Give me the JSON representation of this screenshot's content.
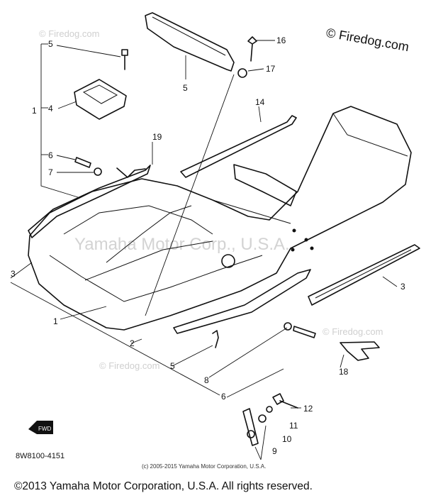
{
  "brand_watermark": "© Firedog.com",
  "faint_watermark": "© Firedog.com",
  "center_watermark": "Yamaha Motor Corp., U.S.A.",
  "diagram_code": "8W8100-4151",
  "small_copyright": "(c) 2005-2015 Yamaha Motor Corporation, U.S.A.",
  "footer_copyright": "©2013 Yamaha Motor Corporation, U.S.A. All rights reserved.",
  "fwd_label": "FWD",
  "callouts": {
    "c1a": "1",
    "c1b": "1",
    "c2": "2",
    "c3a": "3",
    "c3b": "3",
    "c4": "4",
    "c5a": "5",
    "c5b": "5",
    "c5c": "5",
    "c6a": "6",
    "c6b": "6",
    "c7": "7",
    "c8": "8",
    "c9": "9",
    "c10": "10",
    "c11": "11",
    "c12": "12",
    "c14": "14",
    "c16": "16",
    "c17": "17",
    "c18": "18",
    "c19": "19"
  }
}
